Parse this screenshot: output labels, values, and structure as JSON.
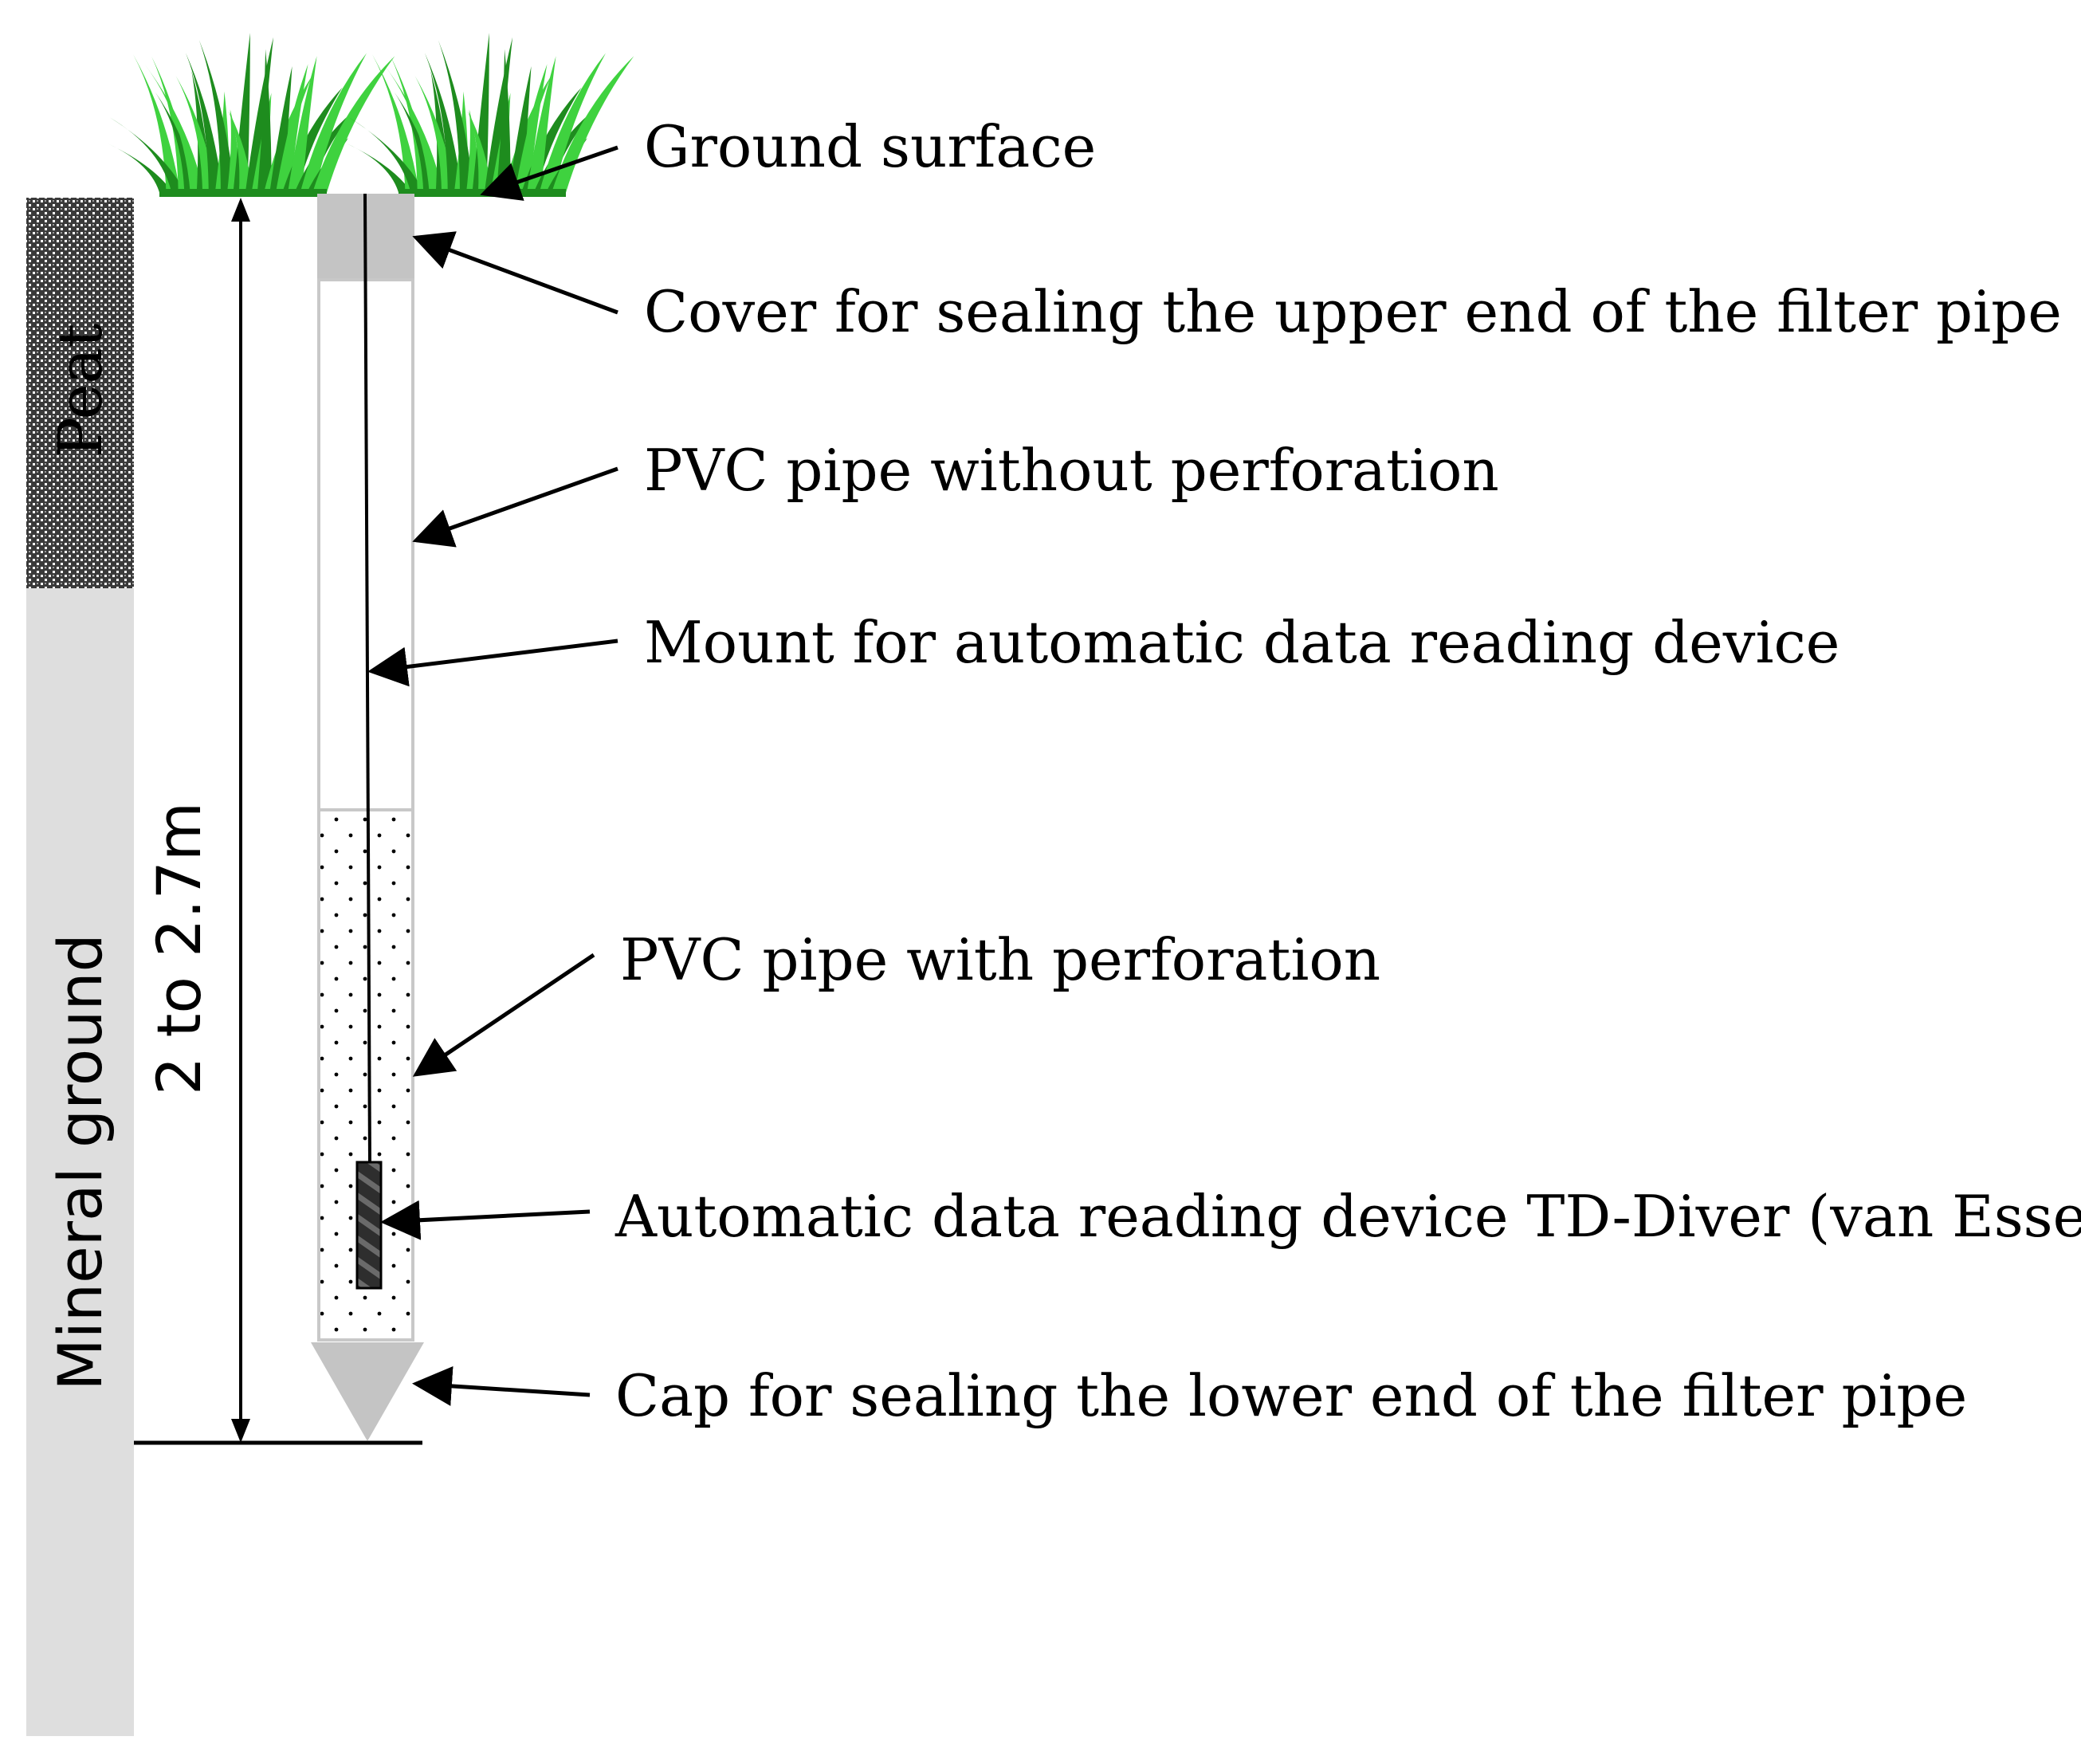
{
  "layers": {
    "peat": "Peat",
    "mineral_ground": "Mineral ground"
  },
  "depth_label": "2 to 2.7m",
  "callouts": [
    {
      "id": "ground-surface",
      "text": "Ground surface"
    },
    {
      "id": "cover",
      "text": "Cover for sealing the upper end of the filter pipe"
    },
    {
      "id": "pvc-no-perf",
      "text": "PVC pipe without perforation"
    },
    {
      "id": "mount",
      "text": "Mount for automatic data reading device"
    },
    {
      "id": "pvc-perf",
      "text": "PVC pipe with perforation"
    },
    {
      "id": "diver",
      "text": "Automatic data reading device TD-Diver (van Essen)"
    },
    {
      "id": "cap",
      "text": "Cap for sealing the lower end of the filter pipe"
    }
  ],
  "colors": {
    "grass_dark": "#1e8c1e",
    "grass_light": "#3fd23f",
    "soil_gray": "#dedede",
    "cover_gray": "#c4c4c4",
    "pipe_outline": "#c8c8c8",
    "diver": "#3a3a3a"
  }
}
